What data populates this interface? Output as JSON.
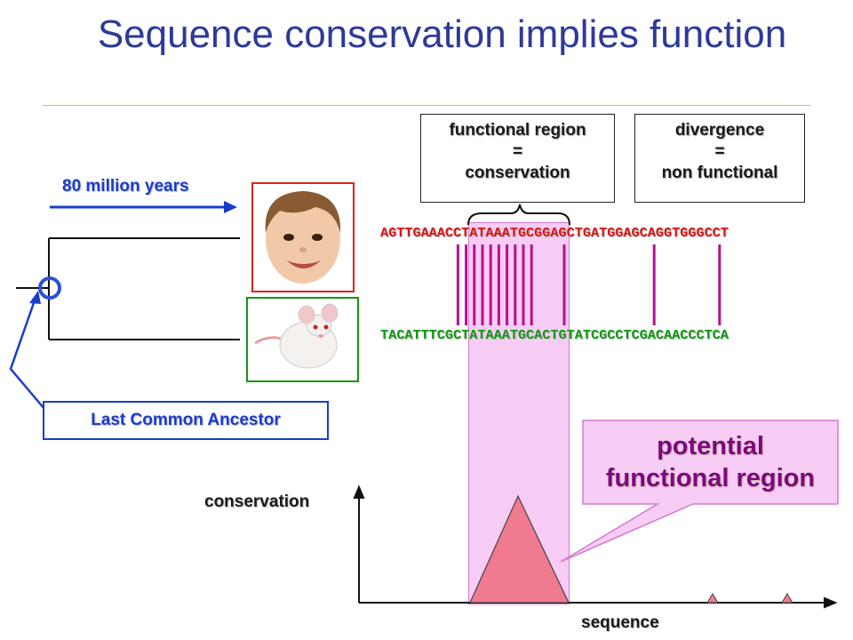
{
  "title": "Sequence conservation implies function",
  "boxes": {
    "functional": {
      "line1": "functional region",
      "line2": "=",
      "line3": "conservation"
    },
    "divergence": {
      "line1": "divergence",
      "line2": "=",
      "line3": "non functional"
    }
  },
  "timescale_label": "80 million years",
  "ancestor_label": "Last Common Ancestor",
  "sequences": {
    "top_left": "AGTTGAAAC",
    "top_mid": "CTATAAATGC",
    "top_right": "GGAGCTGATGGAGCAGGTGGGCCT",
    "bottom_left": "TACATTTCG",
    "bottom_mid": "CTATAAATGC",
    "bottom_right": "ACTGTATCGCCTCGACAACCCTCA"
  },
  "callout": {
    "line1": "potential",
    "line2": "functional region"
  },
  "axes": {
    "y_label": "conservation",
    "x_label": "sequence"
  },
  "images": {
    "top": "child-face-image",
    "bottom": "mouse-image"
  },
  "colors": {
    "title": "#2e3a99",
    "human_frame": "#dd2222",
    "mouse_frame": "#119911",
    "top_sequence": "#dd1111",
    "bottom_sequence": "#119911",
    "match_line": "#b8108c",
    "highlight": "#f7ccf5",
    "peak": "#f07a8f",
    "ancestor": "#1a3ccc"
  }
}
